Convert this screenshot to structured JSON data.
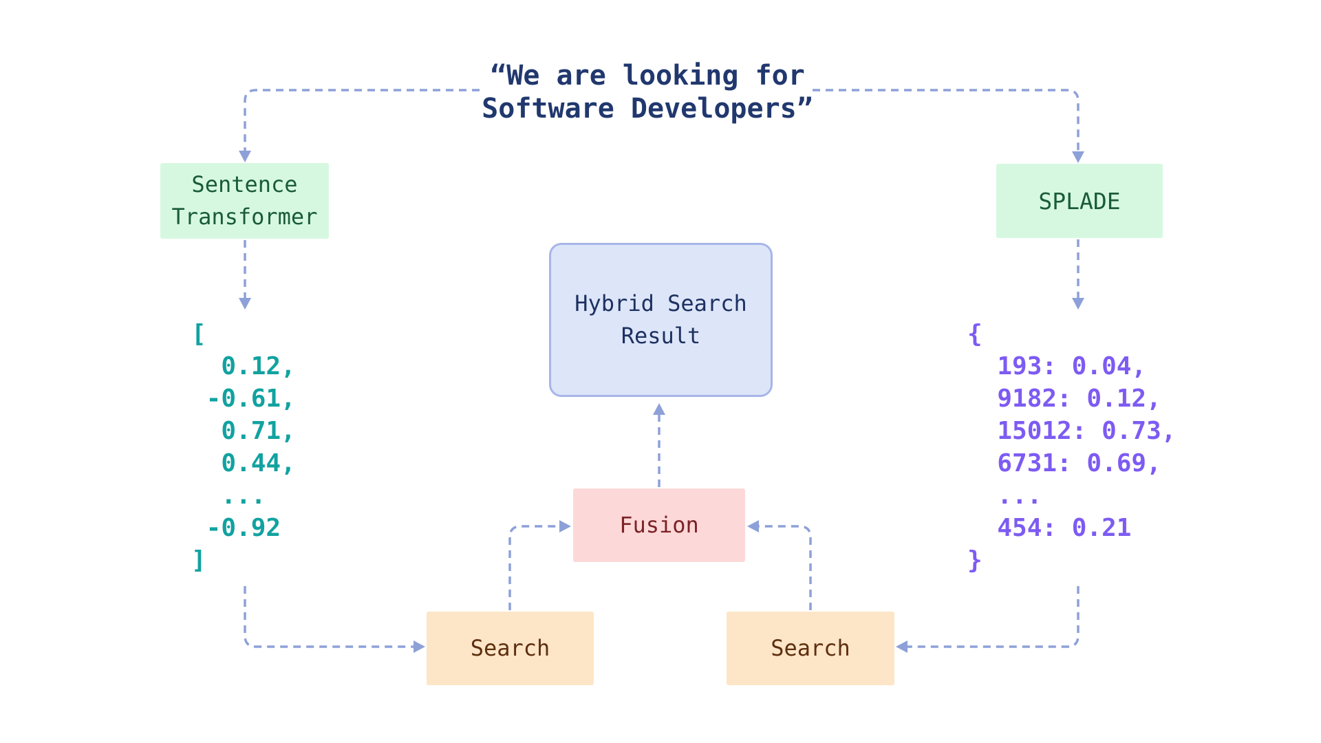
{
  "title": {
    "line1": "“We are looking for",
    "line2": "Software Developers”"
  },
  "nodes": {
    "sentence_transformer": {
      "label": "Sentence\nTransformer"
    },
    "splade": {
      "label": "SPLADE"
    },
    "hybrid_result": {
      "label": "Hybrid Search\nResult"
    },
    "fusion": {
      "label": "Fusion"
    },
    "search_dense": {
      "label": "Search"
    },
    "search_sparse": {
      "label": "Search"
    }
  },
  "vectors": {
    "dense": {
      "code": "[\n  0.12,\n -0.61,\n  0.71,\n  0.44,\n  ...\n -0.92\n]"
    },
    "sparse": {
      "code": "{\n  193: 0.04,\n  9182: 0.12,\n  15012: 0.73,\n  6731: 0.69,\n  ...\n  454: 0.21\n}"
    }
  },
  "connectors": [
    {
      "from": "query-title",
      "to": "sentence-transformer"
    },
    {
      "from": "query-title",
      "to": "splade"
    },
    {
      "from": "sentence-transformer",
      "to": "dense-vector"
    },
    {
      "from": "splade",
      "to": "sparse-vector"
    },
    {
      "from": "dense-vector",
      "to": "search-dense"
    },
    {
      "from": "sparse-vector",
      "to": "search-sparse"
    },
    {
      "from": "search-dense",
      "to": "fusion"
    },
    {
      "from": "search-sparse",
      "to": "fusion"
    },
    {
      "from": "fusion",
      "to": "hybrid-search-result"
    }
  ],
  "colors": {
    "background": "#ffffff",
    "title_text": "#21386e",
    "node_green_bg": "#d6f8e1",
    "node_green_text": "#1a5c38",
    "node_blue_bg": "#dde5f9",
    "node_blue_border": "#a7b5e8",
    "node_blue_text": "#1d3160",
    "node_pink_bg": "#fcd9d8",
    "node_pink_text": "#7c2227",
    "node_peach_bg": "#fde5c7",
    "node_peach_text": "#5d2f0f",
    "dense_vector_text": "#11a2a0",
    "sparse_vector_text": "#7d5bf2",
    "connector": "#8da0d8"
  }
}
